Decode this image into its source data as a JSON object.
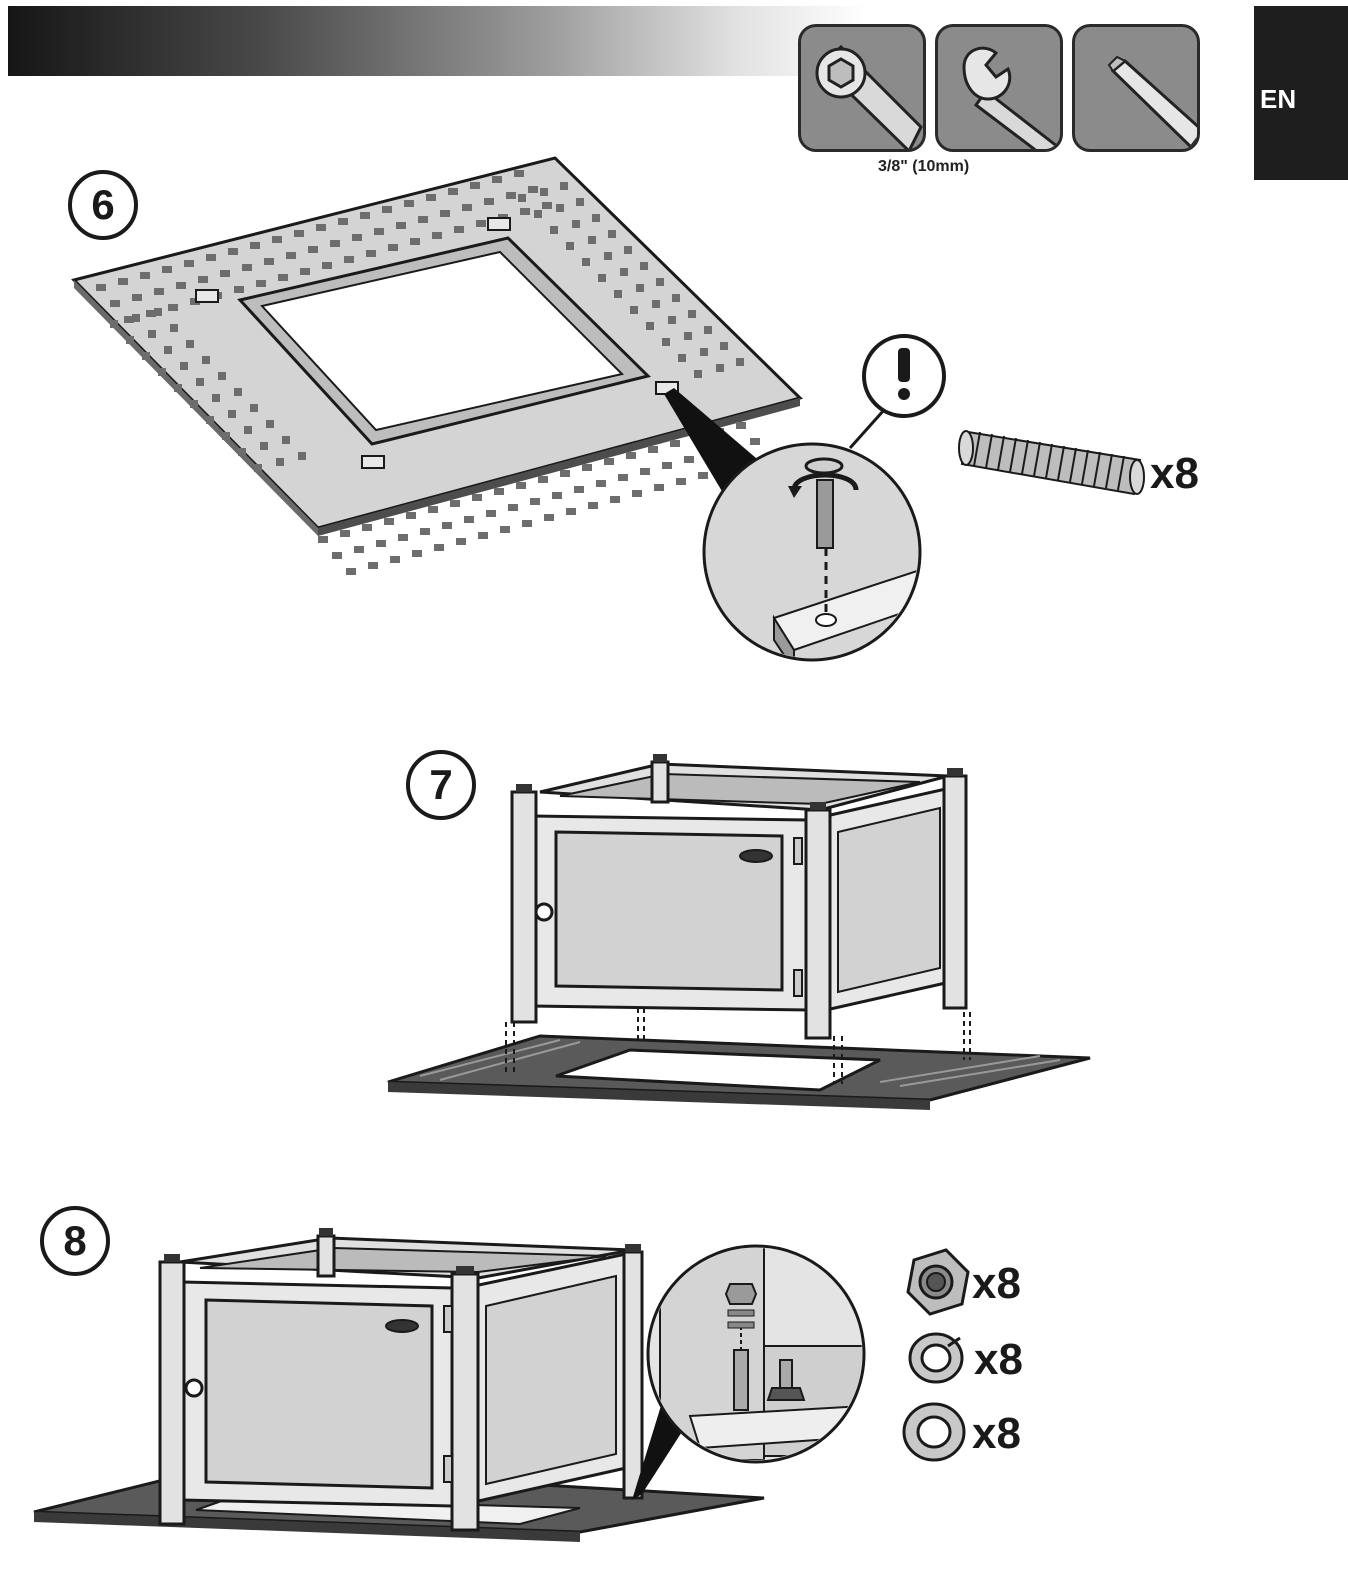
{
  "header": {
    "language_tab": "EN"
  },
  "tools": {
    "items": [
      {
        "icon": "socket-wrench-icon"
      },
      {
        "icon": "open-end-wrench-icon"
      },
      {
        "icon": "screwdriver-icon"
      }
    ],
    "size_caption": "3/8\" (10mm)"
  },
  "steps": [
    {
      "number": "6",
      "parts": [
        {
          "icon": "threaded-stud-icon",
          "quantity": "x8"
        }
      ],
      "callout_icon": "attention-exclamation-icon"
    },
    {
      "number": "7"
    },
    {
      "number": "8",
      "parts": [
        {
          "icon": "hex-nut-icon",
          "quantity": "x8"
        },
        {
          "icon": "lock-washer-icon",
          "quantity": "x8"
        },
        {
          "icon": "flat-washer-icon",
          "quantity": "x8"
        }
      ]
    }
  ],
  "colors": {
    "panel_fill": "#cfcfcf",
    "panel_dark": "#5a5a5a",
    "outline": "#1a1a1a",
    "tool_tile": "#8b8b8b",
    "tab_background": "#1e1e1e"
  }
}
